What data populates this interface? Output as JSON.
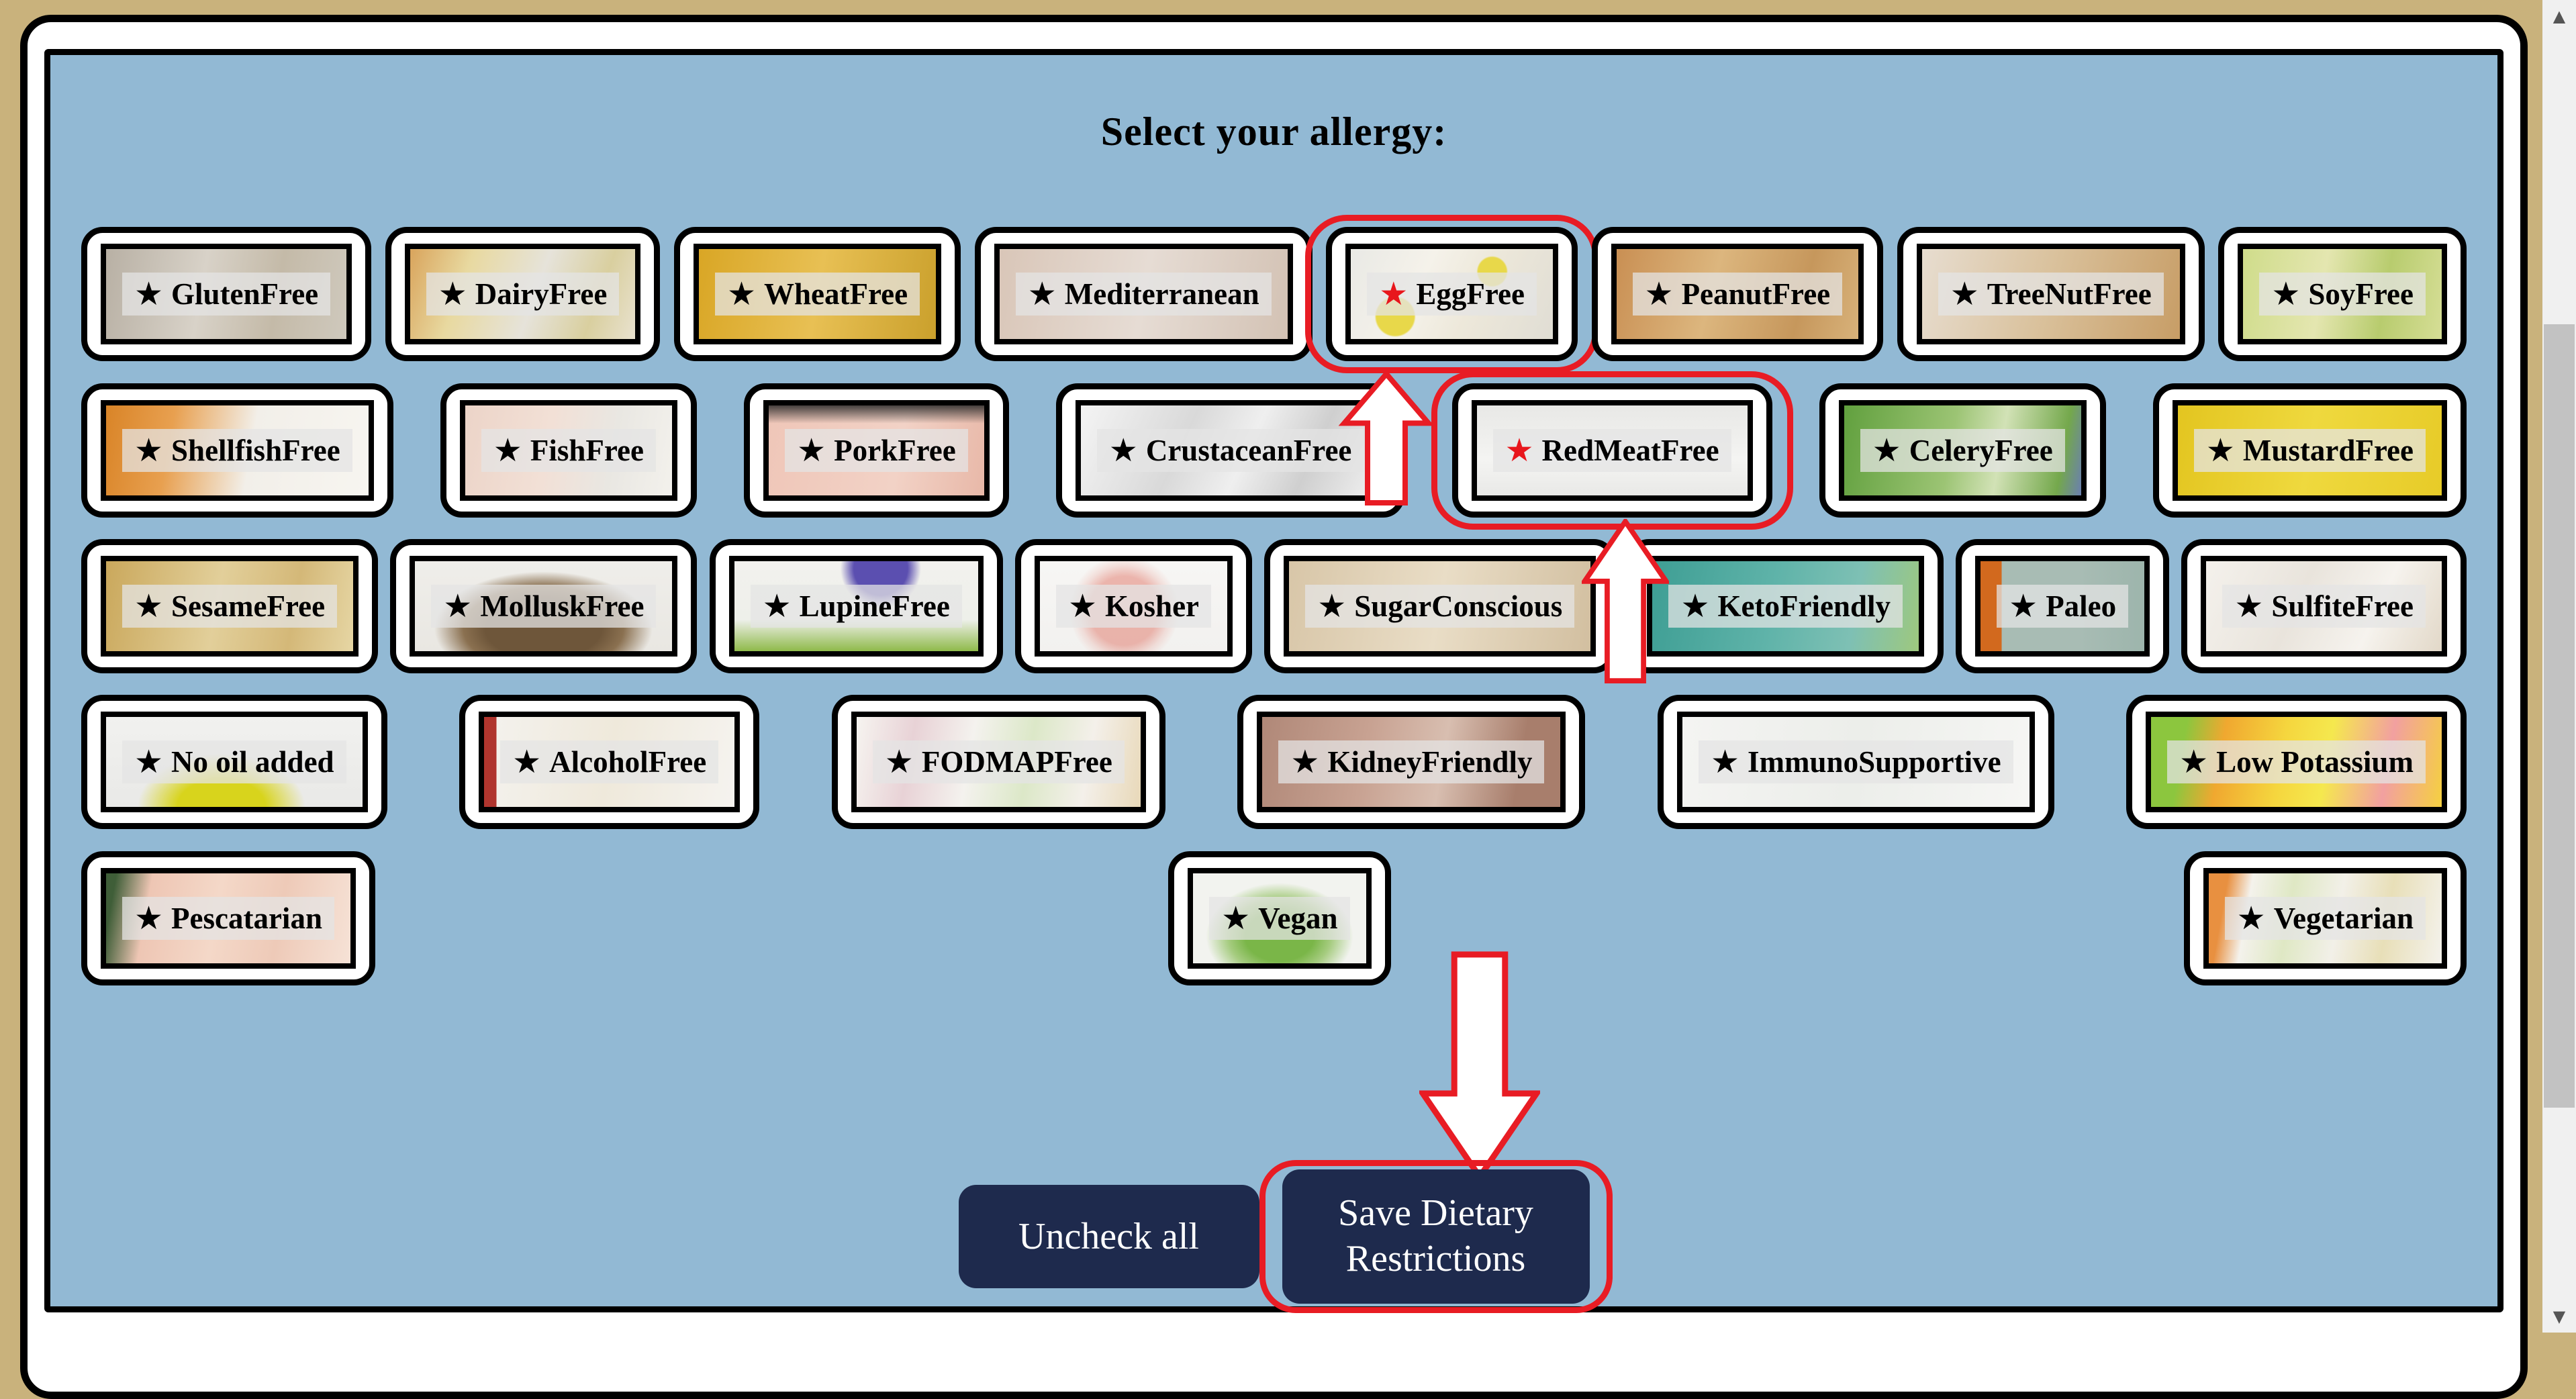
{
  "page": {
    "title": "Select your allergy:"
  },
  "icons": {
    "star": "★",
    "scroll_up": "▲",
    "scroll_down": "▼"
  },
  "colors": {
    "frame_tan": "#c9b27c",
    "panel_blue": "#92b9d4",
    "card_border": "#000000",
    "accent_red": "#e81c24",
    "selected_star_red": "#e8161c",
    "button_navy": "#1e2a4d",
    "button_text": "#ffffff",
    "scroll_track": "#f0f0f0",
    "scroll_thumb": "#c2c2c2"
  },
  "footer": {
    "uncheck_label": "Uncheck all",
    "save_label": "Save Dietary Restrictions"
  },
  "rows": [
    {
      "tiles": [
        {
          "label": "GlutenFree",
          "star": "black",
          "circled": false,
          "bg": "linear-gradient(100deg,#b8b0a4,#d8d2c8 40%,#c4baa8 70%,#cfc9bd)"
        },
        {
          "label": "DairyFree",
          "star": "black",
          "circled": false,
          "bg": "linear-gradient(110deg,#d9a45c 0%,#e8d9a0 25%,#e6e3da 55%,#d9cf9f 80%,#e9e2cf)"
        },
        {
          "label": "WheatFree",
          "star": "black",
          "circled": false,
          "bg": "linear-gradient(100deg,#d9a625,#e8c054 50%,#caa02c)"
        },
        {
          "label": "Mediterranean",
          "star": "black",
          "circled": false,
          "bg": "linear-gradient(100deg,#d9c6b8,#e6dcd4 50%,#d3c2b4)"
        },
        {
          "label": "EggFree",
          "star": "red",
          "circled": true,
          "bg": "radial-gradient(circle at 22% 75%, #e8d84a 0 11%, transparent 12%), radial-gradient(circle at 70% 25%, #e8d84a 0 9%, transparent 10%), linear-gradient(115deg,#e9e9e5 0%,#f5f2ea 35%,#ede8da 60%,#e0ddd4 100%)"
        },
        {
          "label": "PeanutFree",
          "star": "black",
          "circled": false,
          "bg": "linear-gradient(105deg,#c98f53,#dcb67e 40%,#c6975c 75%,#d8b27a)"
        },
        {
          "label": "TreeNutFree",
          "star": "black",
          "circled": false,
          "bg": "linear-gradient(105deg,#e7ddd0,#d9c09a 50%,#c79d66)"
        },
        {
          "label": "SoyFree",
          "star": "black",
          "circled": false,
          "bg": "linear-gradient(100deg,#cfdc8a,#e4e6b0 40%,#b8cc6e 70%,#d6de96)"
        }
      ]
    },
    {
      "tiles": [
        {
          "label": "ShellfishFree",
          "star": "black",
          "circled": false,
          "bg": "linear-gradient(100deg,#d98427 0%,#e8a050 25%,#f2efe9 55%,#f7f5f0 100%)"
        },
        {
          "label": "FishFree",
          "star": "black",
          "circled": false,
          "bg": "linear-gradient(100deg,#ecd4c8,#f2e0d6 40%,#e9e7e2 70%,#f3f1ec)"
        },
        {
          "label": "PorkFree",
          "star": "black",
          "circled": false,
          "bg": "linear-gradient(180deg,rgba(40,40,40,0.85) 0%,rgba(40,40,40,0) 20%),linear-gradient(100deg,#efc6b8,#f2d2c6 60%,#e8b8a8)"
        },
        {
          "label": "CrustaceanFree",
          "star": "black",
          "circled": false,
          "bg": "linear-gradient(115deg,#f4f4f4,#d9d9d9 35%,#efefef 55%,#cfcfcf 75%,#f2f2f2)"
        },
        {
          "label": "RedMeatFree",
          "star": "red",
          "circled": true,
          "bg": "linear-gradient(180deg,#e8e8e6,#f4f4f2 60%,#e9e9e7)"
        },
        {
          "label": "CeleryFree",
          "star": "black",
          "circled": false,
          "bg": "linear-gradient(100deg,#61a03e,#9cc474 45%,#d2e2b6 65%,#74a84c 90%,#6a7fb0)"
        },
        {
          "label": "MustardFree",
          "star": "black",
          "circled": false,
          "bg": "linear-gradient(100deg,#e3c520,#efd93e 50%,#e7cb28)"
        }
      ]
    },
    {
      "tiles": [
        {
          "label": "SesameFree",
          "star": "black",
          "circled": false,
          "bg": "linear-gradient(100deg,#caa85c,#e2cf9a 45%,#d4b878 75%,#e6d6a4)"
        },
        {
          "label": "MolluskFree",
          "star": "black",
          "circled": false,
          "bg": "radial-gradient(ellipse at 50% 75%, #6e563a 0 32%, #8a7050 44%, transparent 60%), linear-gradient(#efeeea,#e9e7e2)"
        },
        {
          "label": "LupineFree",
          "star": "black",
          "circled": false,
          "bg": "radial-gradient(circle at 60% 8%, #5b4fb0 0 16%, transparent 24%), linear-gradient(180deg,#f2f1ee 0%,#eef0ea 65%,#8fba4a 100%)"
        },
        {
          "label": "Kosher",
          "star": "black",
          "circled": false,
          "bg": "radial-gradient(circle at 45% 55%, rgba(215,60,40,0.35) 0 30%, rgba(215,60,40,0.12) 40%, transparent 48%), linear-gradient(#f7f6f4,#f2f1ef)"
        },
        {
          "label": "SugarConscious",
          "star": "black",
          "circled": false,
          "bg": "linear-gradient(100deg,#d8c6a8,#e9ddc6 50%,#d2bfa0)"
        },
        {
          "label": "KetoFriendly",
          "star": "black",
          "circled": false,
          "bg": "linear-gradient(100deg,#3e9e94 0%,#5fb3a9 45%,#7ec0b4 75%,#9ec87e 100%)"
        },
        {
          "label": "Paleo",
          "star": "black",
          "circled": false,
          "bg": "linear-gradient(90deg,#d2691e 0 13%,#a8bcb4 13% 60%,#9db5ac 100%)"
        },
        {
          "label": "SulfiteFree",
          "star": "black",
          "circled": false,
          "bg": "linear-gradient(115deg,#f4f1ec,#e9e4dc 40%,#f6f3ee 70%,#e2d8c8)"
        }
      ]
    },
    {
      "tiles": [
        {
          "label": "No oil added",
          "star": "black",
          "circled": false,
          "bg": "radial-gradient(ellipse at 45% 100%, #d8d41c 0 22%, transparent 42%), linear-gradient(#f1f1ef,#e9e9e7)"
        },
        {
          "label": "AlcoholFree",
          "star": "black",
          "circled": false,
          "bg": "linear-gradient(90deg, rgba(168,32,26,0.9) 0 5%, rgba(168,32,26,0) 5%), linear-gradient(100deg,#f4f2ee,#efe9db 50%,#f5f3ef)"
        },
        {
          "label": "FODMAPFree",
          "star": "black",
          "circled": false,
          "bg": "linear-gradient(100deg,#f6f4f0,#e8d2d6 20%,#f4f2ee 40%,#dce8c8 60%,#f4f0ea 80%,#e8d8b8)"
        },
        {
          "label": "KidneyFriendly",
          "star": "black",
          "circled": false,
          "bg": "linear-gradient(100deg,#b08878,#c8a292 35%,#d8beb0 60%,#a87e6c 85%)"
        },
        {
          "label": "ImmunoSupportive",
          "star": "black",
          "circled": false,
          "bg": "linear-gradient(100deg,#f4f4f2,#eceeea 50%,#f6f6f4)"
        },
        {
          "label": "Low Potassium",
          "star": "black",
          "circled": false,
          "bg": "linear-gradient(100deg,#8cc63e 0 12%,#f0a830 25%,#f5d63e 45%,#f5e84e 60%,#f2a0a0 80%,#f5d040 100%)"
        }
      ]
    },
    {
      "tiles": [
        {
          "label": "Pescatarian",
          "star": "black",
          "circled": false,
          "bg": "linear-gradient(100deg,#3f5e38 0 4%,#eec6b4 18%,#f4d8c8 45%,#eecab8 70%,#f6e2d6 100%)"
        },
        {
          "label": "Vegan",
          "star": "black",
          "circled": false,
          "bg": "radial-gradient(ellipse at 50% 70%, #7ab648 0 28%, #a6cc80 42%, #f2f3ef 60%), linear-gradient(#f4f4f2,#f4f4f2)"
        },
        {
          "label": "Vegetarian",
          "star": "black",
          "circled": false,
          "bg": "linear-gradient(100deg,#e89040 0 8%,#f4f2ec 18%,#dfe8c4 35%,#f2f0e8 55%,#e8dfb8 75%,#f4f2ec 100%)"
        }
      ]
    }
  ]
}
